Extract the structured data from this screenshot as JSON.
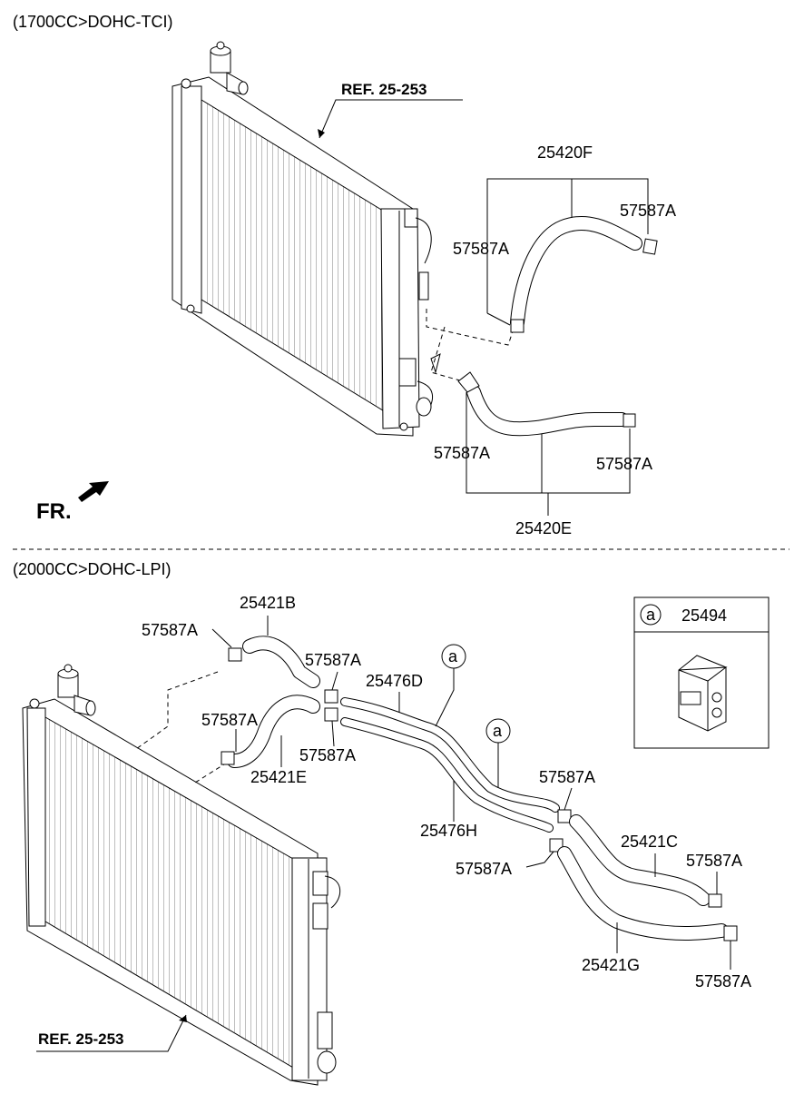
{
  "sections": {
    "top_title": "(1700CC>DOHC-TCI)",
    "bottom_title": "(2000CC>DOHC-LPI)"
  },
  "top": {
    "ref": "REF. 25-253",
    "fr": "FR.",
    "hose_upper": "25420F",
    "hose_lower": "25420E",
    "clamp_upper_left": "57587A",
    "clamp_upper_right": "57587A",
    "clamp_lower_left": "57587A",
    "clamp_lower_right": "57587A"
  },
  "bottom": {
    "ref": "REF. 25-253",
    "hose_b": "25421B",
    "hose_e": "25421E",
    "hose_c": "25421C",
    "hose_g": "25421G",
    "pipe_d": "25476D",
    "pipe_h": "25476H",
    "clamp_1": "57587A",
    "clamp_2": "57587A",
    "clamp_3": "57587A",
    "clamp_4": "57587A",
    "clamp_5": "57587A",
    "clamp_6": "57587A",
    "clamp_7": "57587A",
    "clamp_8": "57587A",
    "marker_a1": "a",
    "marker_a2": "a"
  },
  "inset": {
    "marker": "a",
    "part_no": "25494"
  }
}
